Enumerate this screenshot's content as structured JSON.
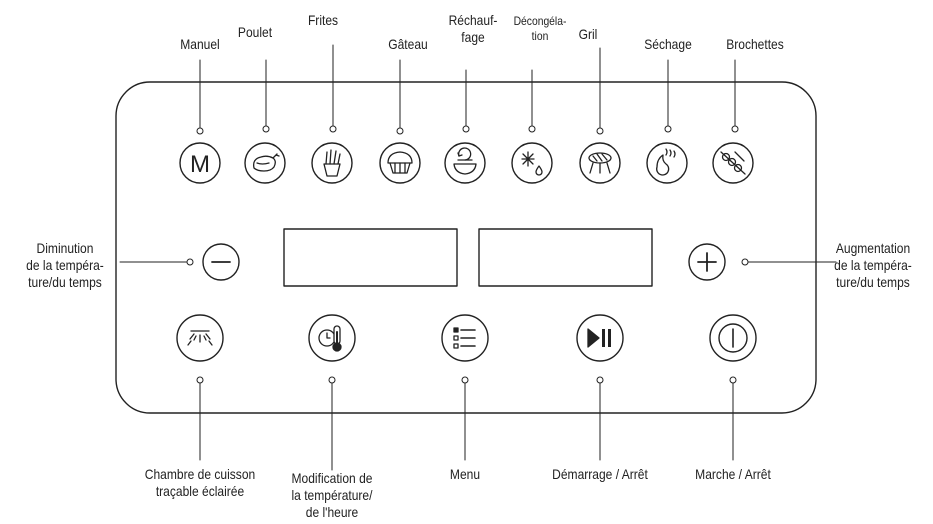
{
  "mode_labels": {
    "manual": "Manuel",
    "chicken": "Poulet",
    "fries": "Frites",
    "cake": "Gâteau",
    "reheat": "Réchauf-\nfage",
    "defrost": "Décongéla-\ntion",
    "grill": "Gril",
    "dry": "Séchage",
    "skewers": "Brochettes"
  },
  "manual_button_letter": "M",
  "side_labels": {
    "decrease": "Diminution\nde la tempéra-\nture/du temps",
    "increase": "Augmentation\nde la tempéra-\nture/du temps"
  },
  "bottom_labels": {
    "light": "Chambre de cuisson\ntraçable éclairée",
    "temp_time": "Modification de\nla température/\nde l'heure",
    "menu": "Menu",
    "start_stop": "Démarrage / Arrêt",
    "power": "Marche / Arrêt"
  },
  "icons": {
    "manual": "letter-m-icon",
    "chicken": "roast-chicken-icon",
    "fries": "fries-icon",
    "cake": "cake-icon",
    "reheat": "reheat-bowl-icon",
    "defrost": "snowflake-drop-icon",
    "grill": "grill-icon",
    "dry": "steam-drying-icon",
    "skewers": "skewers-icon",
    "minus": "minus-icon",
    "plus": "plus-icon",
    "light": "light-icon",
    "temp_time": "thermometer-clock-icon",
    "menu": "menu-list-icon",
    "play_pause": "play-pause-icon",
    "power": "power-icon"
  },
  "colors": {
    "line": "#222222",
    "background": "#ffffff"
  }
}
